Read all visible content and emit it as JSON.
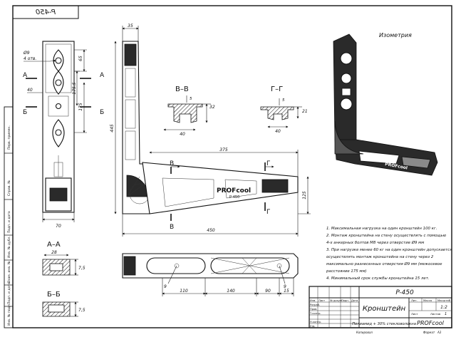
{
  "drawing": {
    "mirrored_title": "P-450",
    "isometry_title": "Изометрия",
    "brand": "PROFcool",
    "brand_model": "P-450"
  },
  "front_view": {
    "dims": {
      "hole": "Ø9",
      "hole_count": "4 отв.",
      "d65": "65",
      "d40": "40",
      "d175_5": "175.5",
      "d175": "175",
      "d70": "70"
    },
    "section_marks": {
      "a_left": "А",
      "a_right": "А",
      "b_left": "Б",
      "b_right": "Б"
    }
  },
  "side_view": {
    "dims": {
      "d35": "35",
      "d445": "445",
      "d375": "375",
      "d450": "450",
      "d125": "125"
    },
    "section_marks": {
      "v_top": "В",
      "v_bottom": "В",
      "g_top": "Г",
      "g_bottom": "Г"
    }
  },
  "sections": {
    "vv": {
      "title": "В–В",
      "d5": "5",
      "d32": "32",
      "d40": "40"
    },
    "gg": {
      "title": "Г–Г",
      "d5": "5",
      "d21": "21",
      "d40": "40"
    },
    "aa": {
      "title": "А–А",
      "d28": "28",
      "d7_5": "7,5"
    },
    "bb": {
      "title": "Б–Б",
      "d7_5": "7,5"
    }
  },
  "top_view": {
    "dims": {
      "d9a": "9",
      "d9b": "9",
      "d110": "110",
      "d140": "140",
      "d90": "90",
      "d15": "15"
    }
  },
  "notes": [
    "1. Максимальная нагрузка на один кронштейн 100 кг.",
    "2. Монтаж кронштейна на стену осуществлять с помощью",
    "4-х анкерных болтов М8 через отверстие Ø9 мм",
    "3. При нагрузке менее 60 кг на один кронштейн допускается",
    "осуществлять монтаж кронштейна на стену через 2",
    "максимально разнесенных отверстия Ø9 мм (межосевое",
    "расстояние 175 мм)",
    "4. Минимальный срок службы кронштейна 15 лет."
  ],
  "title_block": {
    "designation": "P-450",
    "name": "Кронштейн",
    "material": "Полиамид + 30% стекловолокна",
    "company": "PROFcool",
    "col_lit": "Лит.",
    "col_mass": "Масса",
    "col_scale": "Масштаб",
    "scale": "1:2",
    "sheet": "Лист",
    "sheets": "Листов",
    "sheets_val": "1",
    "row_izm": "Изм.",
    "row_list": "Лист",
    "row_doc": "№ докум.",
    "row_sign": "Подп.",
    "row_date": "Дата",
    "r_razrab": "Разраб.",
    "r_prov": "Пров.",
    "r_tkontr": "Т.контр.",
    "r_nkontr": "Н.контр.",
    "r_utv": "Утв.",
    "kopiroval": "Копировал",
    "format": "Формат",
    "format_val": "А3"
  },
  "margin_strip": {
    "f1": "Перв. примен.",
    "f2": "Справ. №",
    "f3": "Подп. и дата",
    "f4": "Инв. № дубл.",
    "f5": "Взам. инв. №",
    "f6": "Подп. и дата",
    "f7": "Инв. № подл."
  }
}
